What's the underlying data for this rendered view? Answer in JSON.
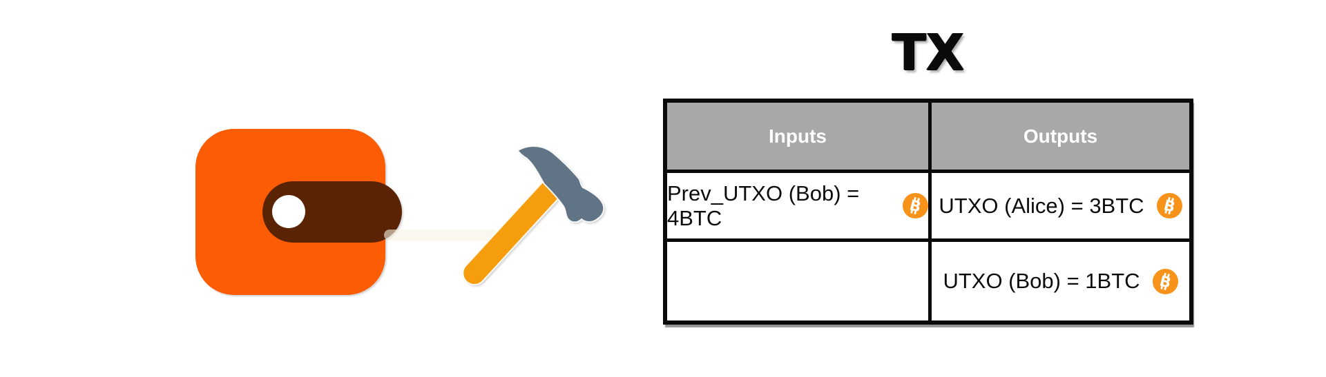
{
  "diagram": {
    "title": "TX",
    "table": {
      "headers": {
        "inputs": "Inputs",
        "outputs": "Outputs"
      },
      "rows": [
        {
          "input": "Prev_UTXO (Bob) = 4BTC",
          "output": "UTXO (Alice) = 3BTC"
        },
        {
          "input": "",
          "output": "UTXO (Bob) = 1BTC"
        }
      ]
    },
    "icons": {
      "wallet": "wallet-icon",
      "hammer": "hammer-icon",
      "bitcoin": "bitcoin-icon"
    },
    "colors": {
      "wallet_body": "#FB5C04",
      "wallet_clasp": "#5A2304",
      "wallet_button": "#FFFFFF",
      "hammer_head": "#607486",
      "hammer_handle": "#F59D0C",
      "bitcoin_orange": "#F7931A",
      "table_header_bg": "#A8A8A8",
      "table_border": "#0A0A0A",
      "header_text": "#FFFFFF",
      "cell_text": "#0C0C0C",
      "background": "#FFFFFF"
    }
  }
}
